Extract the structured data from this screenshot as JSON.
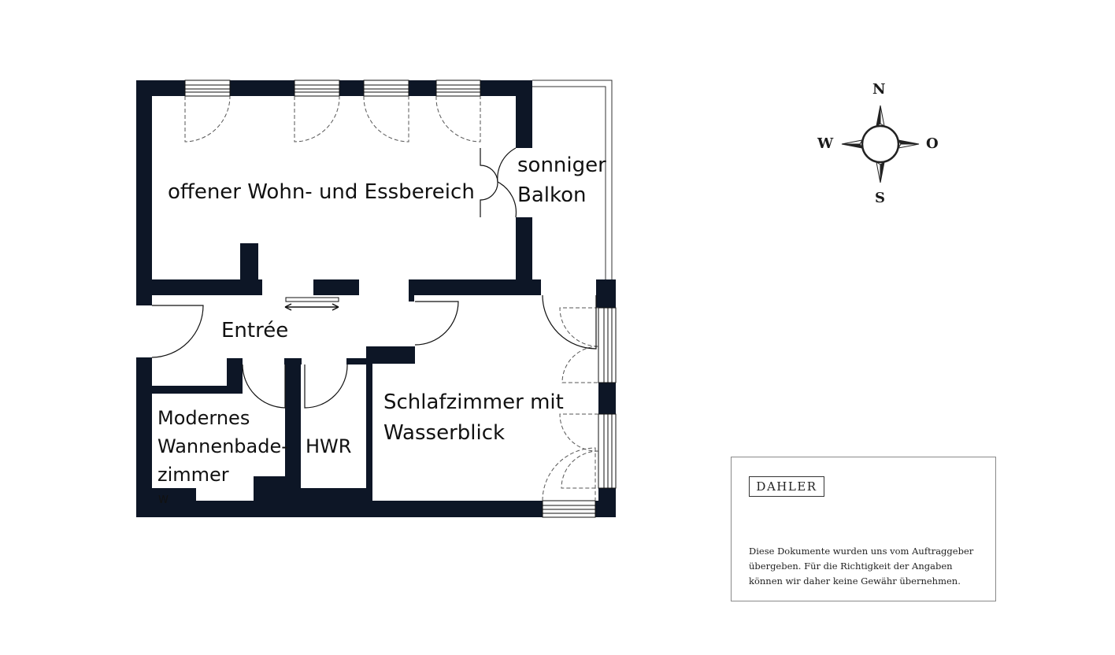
{
  "rooms": {
    "living": "offener Wohn- und Essbereich",
    "balcony_line1": "sonniger",
    "balcony_line2": "Balkon",
    "entree": "Entrée",
    "bath_line1": "Modernes",
    "bath_line2": "Wannenbade-",
    "bath_line3": "zimmer",
    "wc": "W",
    "utility": "HWR",
    "bedroom_line1": "Schlafzimmer mit",
    "bedroom_line2": "Wasserblick"
  },
  "compass": {
    "north": "N",
    "south": "S",
    "west": "W",
    "east": "O"
  },
  "disclaimer": {
    "logo": "DAHLER",
    "text": "Diese Dokumente wurden uns vom Auftraggeber\nübergeben. Für die Richtigkeit der Angaben\nkönnen wir daher keine Gewähr übernehmen."
  },
  "colors": {
    "wall": "#0d1626",
    "line": "#111111"
  }
}
